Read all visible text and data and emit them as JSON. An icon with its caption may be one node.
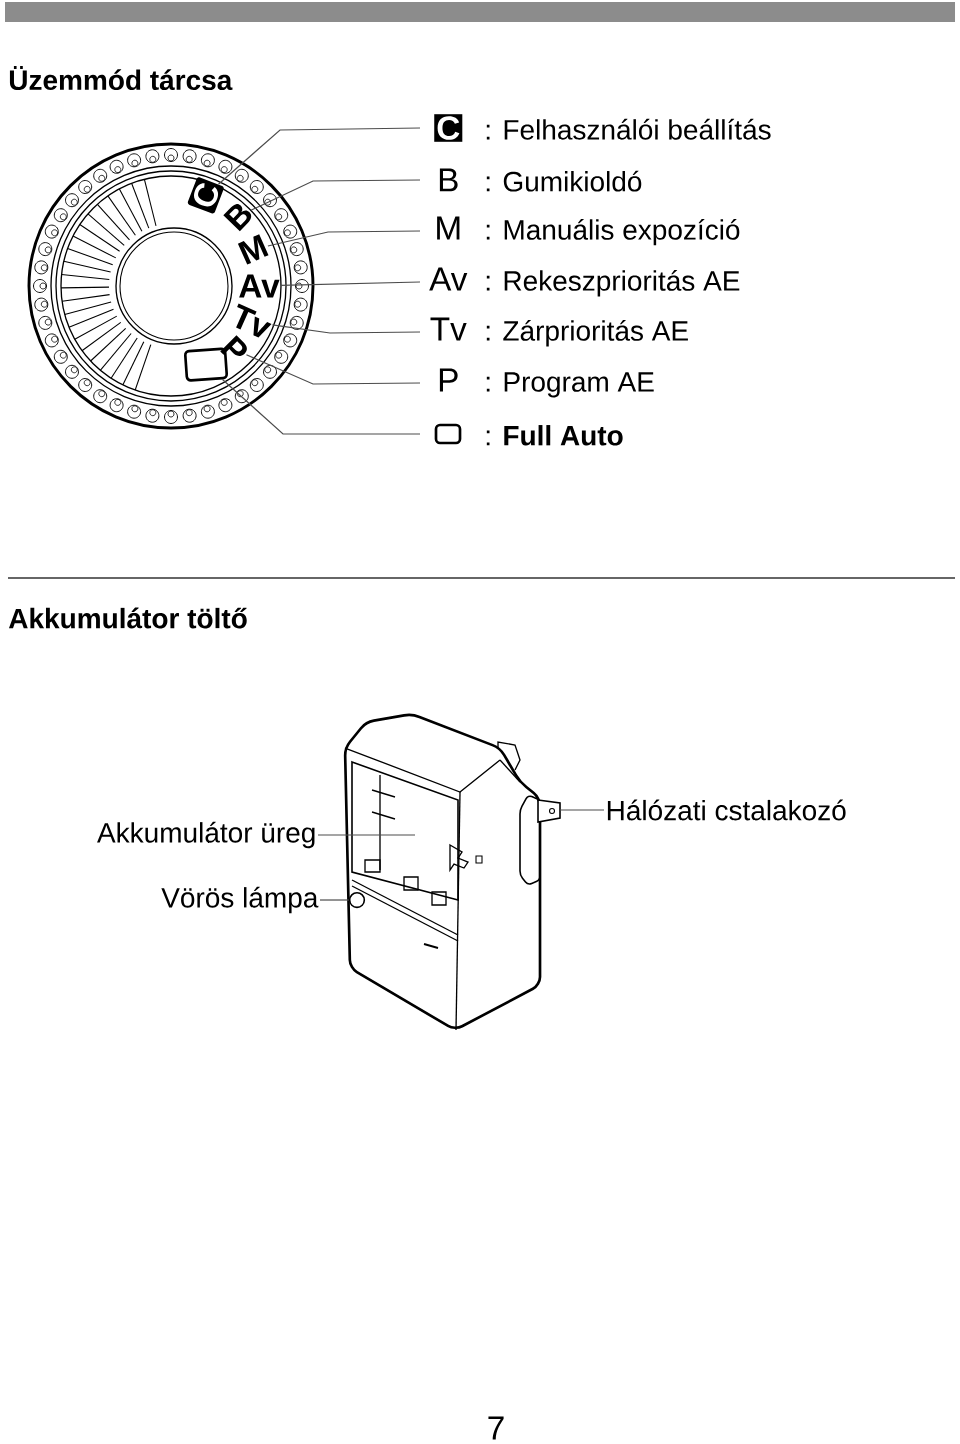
{
  "diagram": {
    "title": "Üzemmód tárcsa",
    "nodes": [
      {
        "text": [
          "C",
          ": Felhasználói beállítás"
        ]
      },
      {
        "text": [
          "B",
          ": Gumikioldó"
        ]
      },
      {
        "text": [
          "M",
          ": Manuális expozíció"
        ]
      },
      {
        "text": [
          "Av",
          ": Rekeszprioritás AE"
        ]
      },
      {
        "text": [
          "Tv",
          ": Zárprioritás AE"
        ]
      },
      {
        "text": [
          "P",
          ": Program AE"
        ]
      },
      {
        "text": [
          ": **Full Auto**"
        ]
      },
      {
        "text": [
          "Akkumulátor üreg"
        ]
      },
      {
        "text": [
          "Vörös lámpa"
        ]
      },
      {
        "text": [
          "Hálózati cstalakozó"
        ]
      },
      {
        "text": [
          "C"
        ]
      },
      {
        "text": [
          "B"
        ]
      },
      {
        "text": [
          "M"
        ]
      },
      {
        "text": [
          "Av"
        ]
      },
      {
        "text": [
          "Tv"
        ]
      },
      {
        "text": [
          "P"
        ]
      },
      {
        "text": [],
        "shape": "box"
      },
      {
        "text": [],
        "shape": "picture"
      },
      {
        "text": [],
        "shape": "circle",
        "in": 17
      }
    ],
    "edges": [
      {
        "from": 0,
        "to": 10,
        "arrow": "none"
      },
      {
        "from": 1,
        "to": 11,
        "arrow": "none"
      },
      {
        "from": 2,
        "to": 12,
        "arrow": "none"
      },
      {
        "from": 3,
        "to": 13,
        "arrow": "none"
      },
      {
        "from": 4,
        "to": 14,
        "arrow": "none"
      },
      {
        "from": 5,
        "to": 15,
        "arrow": "none"
      },
      {
        "from": 6,
        "to": 16,
        "arrow": "none"
      },
      {
        "from": 7,
        "to": 17,
        "arrow": "none"
      },
      {
        "from": 8,
        "to": 18,
        "arrow": "none"
      },
      {
        "from": 9,
        "to": 17,
        "arrow": "none"
      }
    ],
    "labels": [
      "Akkumulátor töltő",
      "7"
    ]
  }
}
